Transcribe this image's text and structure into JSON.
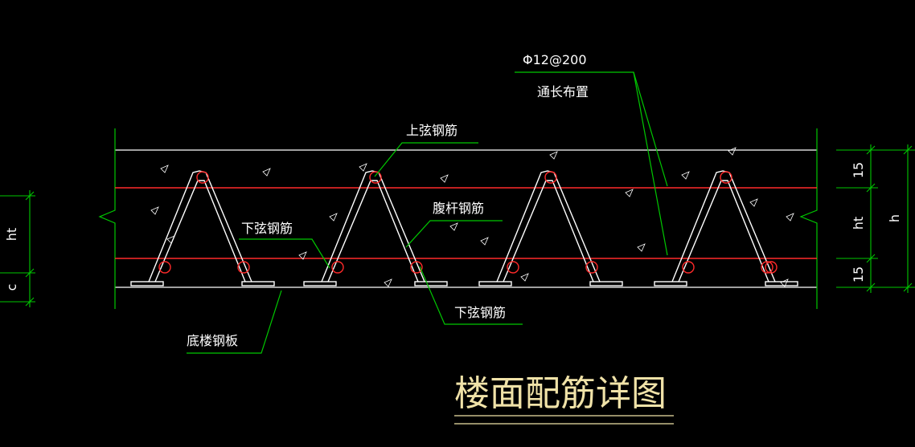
{
  "colors": {
    "background": "#000000",
    "concrete": "#ffffff",
    "longitudinal_rebar": "#ff2a2a",
    "leader": "#00c800",
    "dimension": "#00c800",
    "title": "#f0e2a8",
    "rebar_truss": "#ffffff"
  },
  "labels": {
    "top_bar_spec": "Φ12@200",
    "top_bar_note": "通长布置",
    "top_chord": "上弦钢筋",
    "bottom_chord_left": "下弦钢筋",
    "web_bar": "腹杆钢筋",
    "bottom_chord_right": "下弦钢筋",
    "deck_plate": "底楼钢板"
  },
  "dimensions": {
    "top_cover": "15",
    "truss_height": "ht",
    "total_height": "h",
    "bottom_cover": "15",
    "left_ht": "ht",
    "left_c": "c"
  },
  "title": "楼面配筋详图"
}
